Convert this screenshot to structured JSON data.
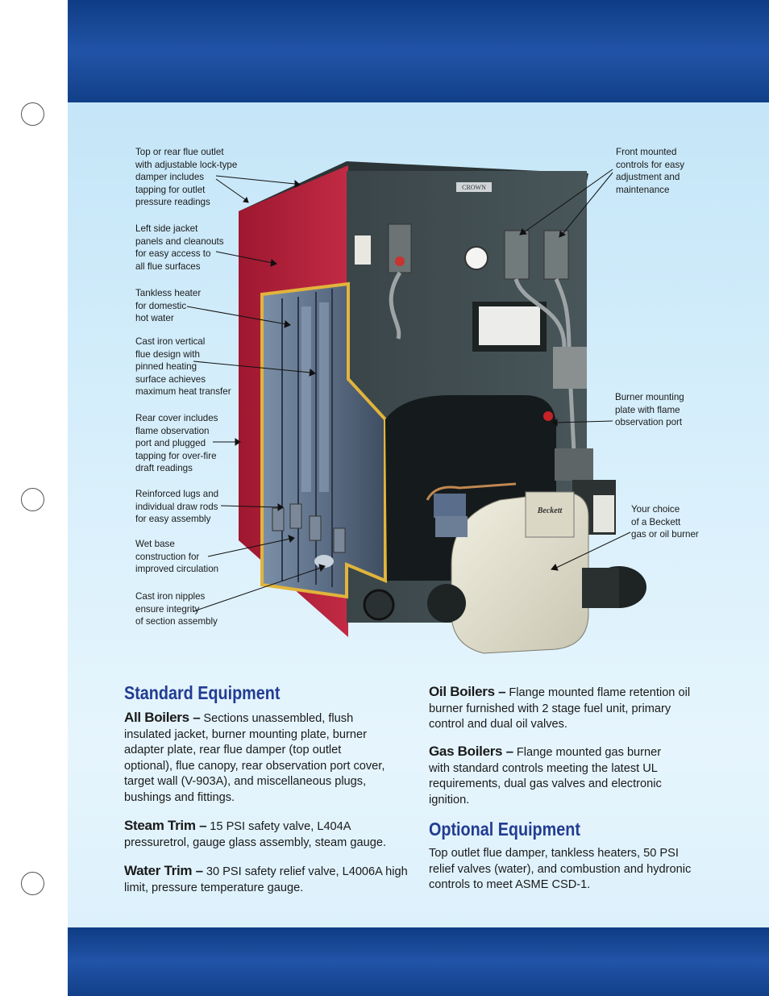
{
  "callouts": {
    "flue_outlet": "Top or rear flue outlet\nwith adjustable lock-type\ndamper includes\ntapping for outlet\npressure readings",
    "left_jacket": "Left side jacket\npanels and cleanouts\nfor easy access to\nall flue surfaces",
    "tankless": "Tankless heater\nfor domestic\nhot water",
    "cast_iron_flue": "Cast iron vertical\nflue design with\npinned heating\nsurface achieves\nmaximum heat transfer",
    "rear_cover": "Rear cover includes\nflame observation\nport and plugged\ntapping for over-fire\ndraft readings",
    "lugs": "Reinforced lugs and\nindividual draw rods\nfor easy assembly",
    "wet_base": "Wet base\nconstruction for\nimproved circulation",
    "nipples": "Cast iron nipples\nensure integrity\nof section assembly",
    "front_controls": "Front mounted\ncontrols for easy\nadjustment and\nmaintenance",
    "burner_plate": "Burner mounting\nplate with flame\nobservation port",
    "beckett": "Your choice\nof a Beckett\ngas or oil burner"
  },
  "product": {
    "brand_label": "CROWN",
    "burner_label": "Beckett"
  },
  "standard": {
    "heading": "Standard Equipment",
    "all_boilers_lead": "All Boilers –",
    "all_boilers_text": " Sections unassembled, flush insulated jacket, burner mounting plate, burner adapter plate, rear flue damper (top outlet optional), flue canopy, rear observation port cover, target wall (V-903A), and miscellaneous plugs, bushings and fittings.",
    "steam_lead": "Steam Trim –",
    "steam_text": " 15 PSI safety valve, L404A pressuretrol, gauge glass assembly, steam gauge.",
    "water_lead": "Water Trim –",
    "water_text": " 30 PSI safety relief valve, L4006A high limit, pressure temperature gauge."
  },
  "right_col": {
    "oil_lead": "Oil Boilers –",
    "oil_text": " Flange mounted flame retention oil burner furnished with 2 stage fuel unit, primary control and dual oil valves.",
    "gas_lead": "Gas Boilers –",
    "gas_text": " Flange mounted gas burner with standard controls meeting the latest UL requirements, dual gas valves and electronic ignition."
  },
  "optional": {
    "heading": "Optional Equipment",
    "text": "Top outlet flue damper, tankless heaters, 50 PSI relief valves (water),  and combustion and hydronic controls to meet ASME CSD-1."
  },
  "colors": {
    "band_blue": "#1a4a98",
    "page_bg": "#cfeaf9",
    "heading_blue": "#223c92",
    "jacket_red": "#b5203a",
    "boiler_dark": "#3e4a4d"
  }
}
